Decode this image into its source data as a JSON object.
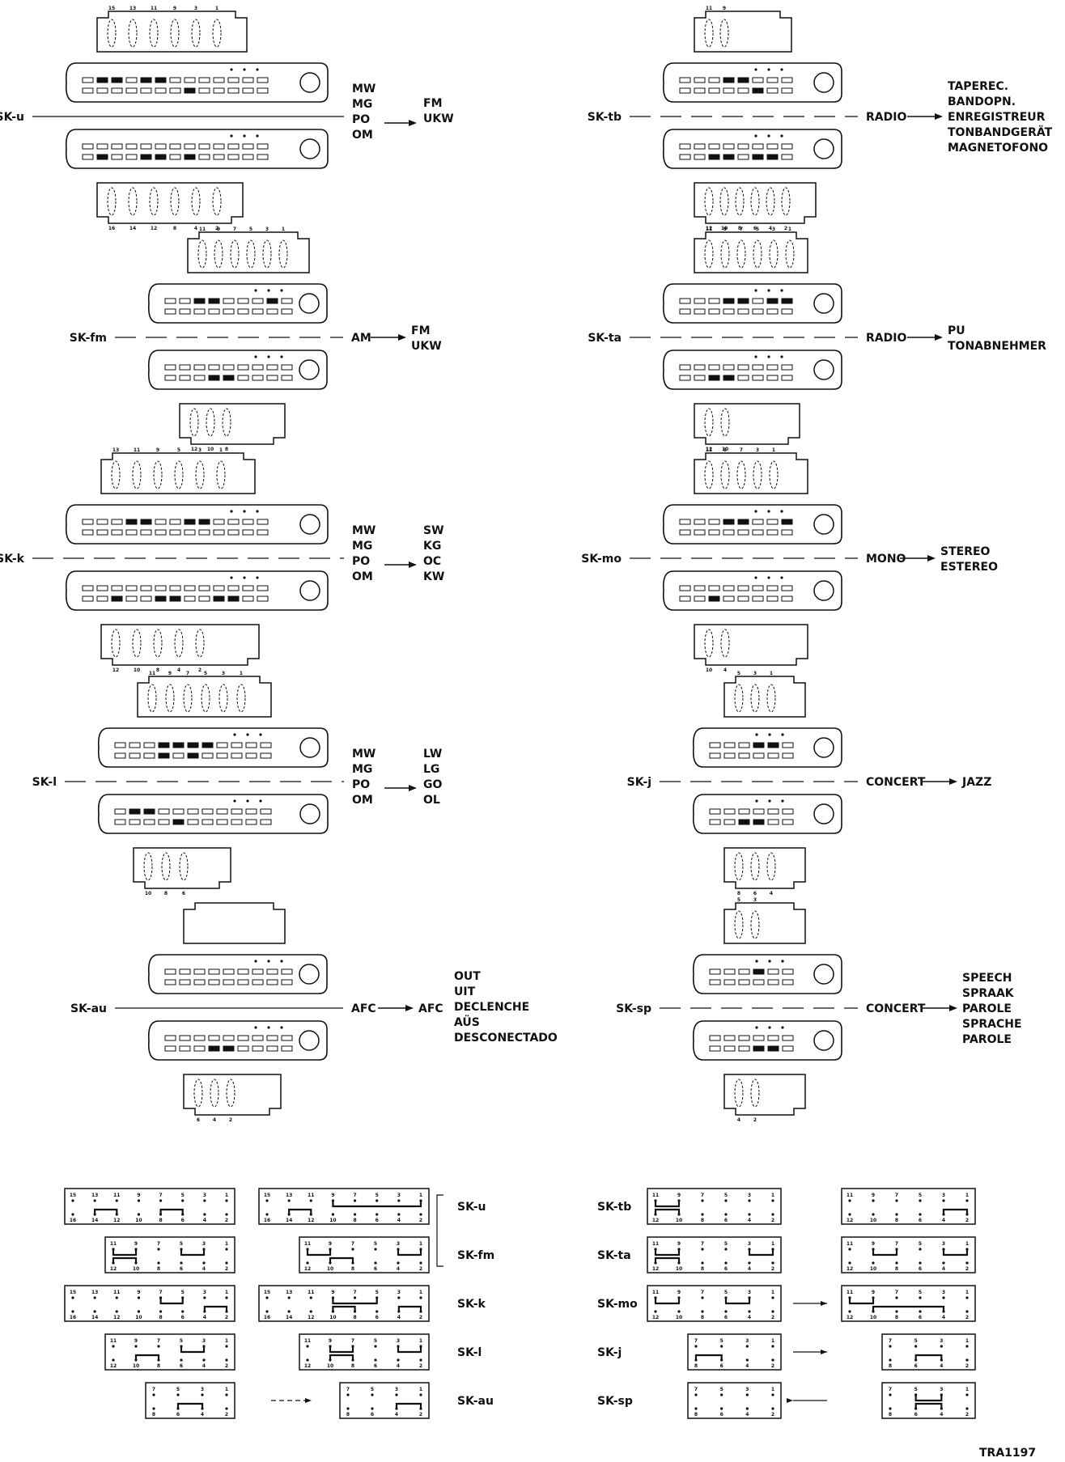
{
  "colors": {
    "ink": "#111111",
    "paper": "#ffffff"
  },
  "drawing_code": "TRA1197",
  "switches": {
    "sk_u": {
      "name": "SK-u",
      "from": [
        "MW",
        "MG",
        "PO",
        "OM"
      ],
      "to": [
        "FM",
        "UKW"
      ],
      "top_pins": [
        "15",
        "13",
        "11",
        "9",
        "3",
        "1"
      ],
      "bottom_pins": [
        "16",
        "14",
        "12",
        "8",
        "4",
        "2"
      ]
    },
    "sk_fm": {
      "name": "SK-fm",
      "from": [
        "AM"
      ],
      "to": [
        "FM",
        "UKW"
      ],
      "top_pins": [
        "11",
        "9",
        "7",
        "5",
        "3",
        "1"
      ],
      "bottom_pins": [
        "12",
        "10",
        "8"
      ]
    },
    "sk_k": {
      "name": "SK-k",
      "from": [
        "MW",
        "MG",
        "PO",
        "OM"
      ],
      "to": [
        "SW",
        "KG",
        "OC",
        "KW"
      ],
      "top_pins": [
        "13",
        "11",
        "9",
        "5",
        "3",
        "1"
      ],
      "bottom_pins": [
        "12",
        "10",
        "8",
        "4",
        "2"
      ]
    },
    "sk_l": {
      "name": "SK-l",
      "from": [
        "MW",
        "MG",
        "PO",
        "OM"
      ],
      "to": [
        "LW",
        "LG",
        "GO",
        "OL"
      ],
      "top_pins": [
        "11",
        "9",
        "7",
        "5",
        "3",
        "1"
      ],
      "bottom_pins": [
        "10",
        "8",
        "6"
      ]
    },
    "sk_au": {
      "name": "SK-au",
      "from": [
        "AFC"
      ],
      "to": [
        "AFC"
      ],
      "to_extra": [
        "OUT",
        "UIT",
        "DECLENCHE",
        "AÜS",
        "DESCONECTADO"
      ],
      "top_pins": [],
      "bottom_pins": [
        "6",
        "4",
        "2"
      ]
    },
    "sk_tb": {
      "name": "SK-tb",
      "from": [
        "RADIO"
      ],
      "to": [
        "TAPEREC.",
        "BANDOPN.",
        "ENREGISTREUR",
        "TONBANDGERÄT",
        "MAGNETOFONO"
      ],
      "top_pins": [
        "11",
        "9"
      ],
      "bottom_pins": [
        "12",
        "10",
        "8",
        "6",
        "4",
        "2"
      ]
    },
    "sk_ta": {
      "name": "SK-ta",
      "from": [
        "RADIO"
      ],
      "to": [
        "PU",
        "TONABNEHMER"
      ],
      "top_pins": [
        "11",
        "9",
        "7",
        "5",
        "3",
        "1"
      ],
      "bottom_pins": [
        "12",
        "10"
      ]
    },
    "sk_mo": {
      "name": "SK-mo",
      "from": [
        "MONO"
      ],
      "to": [
        "STEREO",
        "ESTEREO"
      ],
      "top_pins": [
        "11",
        "9",
        "7",
        "3",
        "1"
      ],
      "bottom_pins": [
        "10",
        "4"
      ]
    },
    "sk_j": {
      "name": "SK-j",
      "from": [
        "CONCERT"
      ],
      "to": [
        "JAZZ"
      ],
      "top_pins": [
        "5",
        "3",
        "1"
      ],
      "bottom_pins": [
        "8",
        "6",
        "4"
      ]
    },
    "sk_sp": {
      "name": "SK-sp",
      "from": [
        "CONCERT"
      ],
      "to": [
        "SPEECH",
        "SPRAAK",
        "PAROLE",
        "SPRACHE",
        "PAROLE"
      ],
      "top_pins": [
        "5",
        "3"
      ],
      "bottom_pins": [
        "4",
        "2"
      ]
    }
  },
  "table": {
    "left_rows": [
      "SK-u",
      "SK-fm",
      "SK-k",
      "SK-l",
      "SK-au"
    ],
    "right_rows": [
      "SK-tb",
      "SK-ta",
      "SK-mo",
      "SK-j",
      "SK-sp"
    ],
    "pins_15": {
      "top": [
        "15",
        "13",
        "11",
        "9",
        "7",
        "5",
        "3",
        "1"
      ],
      "bottom": [
        "16",
        "14",
        "12",
        "10",
        "8",
        "6",
        "4",
        "2"
      ]
    },
    "pins_11": {
      "top": [
        "11",
        "9",
        "7",
        "5",
        "3",
        "1"
      ],
      "bottom": [
        "12",
        "10",
        "8",
        "6",
        "4",
        "2"
      ]
    },
    "pins_7": {
      "top": [
        "7",
        "5",
        "3",
        "1"
      ],
      "bottom": [
        "8",
        "6",
        "4",
        "2"
      ]
    }
  }
}
